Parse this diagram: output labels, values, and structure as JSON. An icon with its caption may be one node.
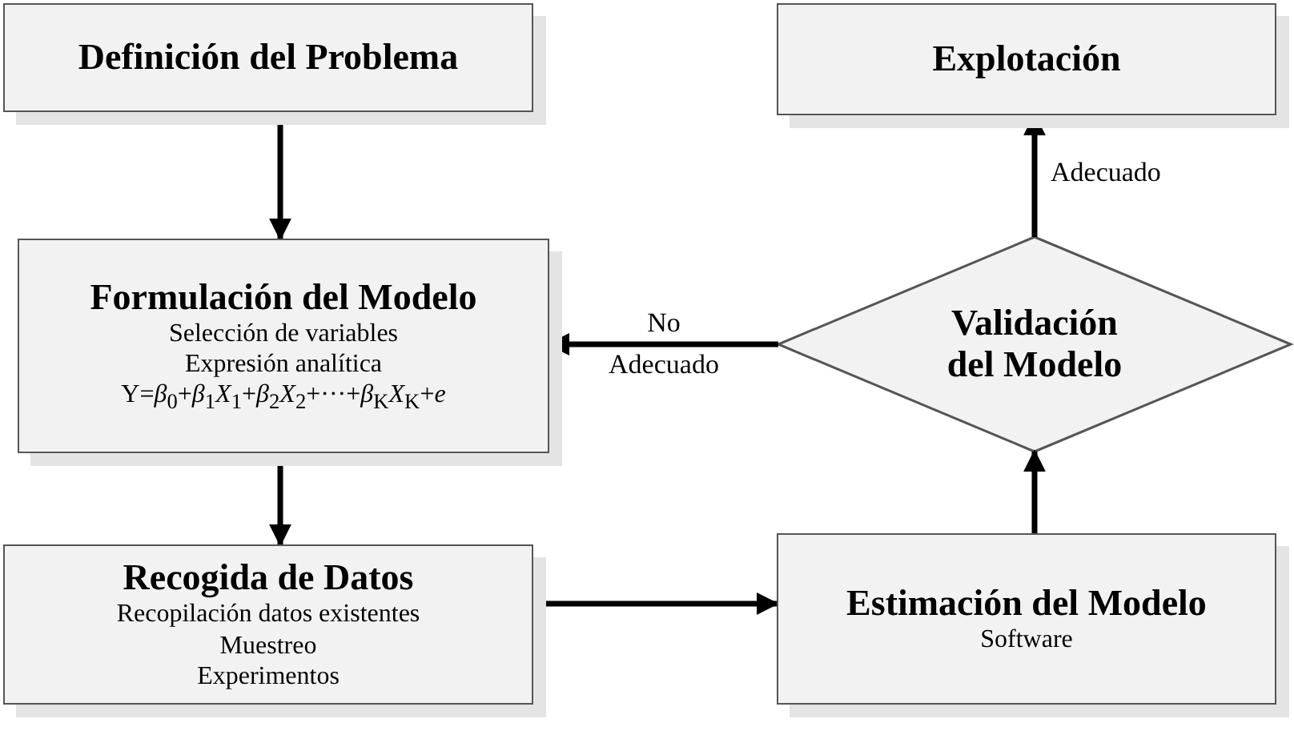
{
  "diagram": {
    "nodes": [
      {
        "text": [
          "Definición del Problema"
        ]
      },
      {
        "text": [
          "Formulación del Modelo",
          "Selección de variables",
          "Expresión analítica",
          "Y=*β*$_{0}$+*β*$_{1}$*X*$_{1}$+*β*$_{2}$*X*$_{2}$+···+*β*$_{K}$*X*$_{K}$+*e*"
        ]
      },
      {
        "text": [
          "Recogida de Datos",
          "Recopilación datos existentes",
          "Muestreo",
          "Experimentos"
        ]
      },
      {
        "text": [
          "Estimación del Modelo",
          "Software"
        ]
      },
      {
        "text": [
          "Validación del Modelo"
        ]
      },
      {
        "text": [
          "Explotación"
        ]
      }
    ],
    "edges": [
      {
        "from": 0,
        "to": 1,
        "arrow": "to"
      },
      {
        "from": 1,
        "to": 2,
        "arrow": "to"
      },
      {
        "from": 2,
        "to": 3,
        "arrow": "to"
      },
      {
        "from": 3,
        "to": 4,
        "arrow": "to"
      },
      {
        "from": 4,
        "to": 5,
        "arrow": "to",
        "label": "Adecuado"
      },
      {
        "from": 4,
        "to": 1,
        "arrow": "to",
        "label": "No Adecuado"
      }
    ]
  }
}
